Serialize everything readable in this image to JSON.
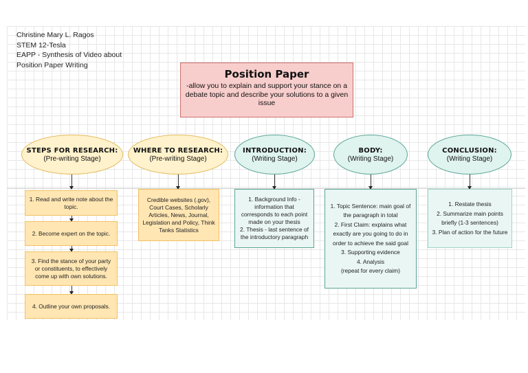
{
  "author": {
    "lines": [
      "Christine Mary L. Ragos",
      "STEM 12-Tesla",
      "EAPP - Synthesis of Video about",
      "Position Paper Writing"
    ]
  },
  "title_box": {
    "title": "Position Paper",
    "description": "-allow you to explain and support your stance on a debate topic and describe your solutions to a given issue"
  },
  "columns": [
    {
      "heading": "STEPS FOR RESEARCH:",
      "stage": "(Pre-writing Stage)",
      "steps": [
        [
          "1. Read and write note about the",
          "topic."
        ],
        [
          "2. Become expert on the topic."
        ],
        [
          "3. Find the stance of your party",
          "or constituents, to effectively",
          "come up with own solutions."
        ],
        [
          "4. Outline your own proposals."
        ]
      ]
    },
    {
      "heading": "WHERE TO RESEARCH:",
      "stage": "(Pre-writing Stage)",
      "content": [
        "Credible websites (.gov),",
        "Court Cases, Scholarly",
        "Articles, News, Journal,",
        "Legislation and Policy, Think",
        "Tanks Statistics"
      ]
    },
    {
      "heading": "INTRODUCTION:",
      "stage": "(Writing Stage)",
      "content": [
        "1. Background Info -",
        "information that",
        "corresponds to each point",
        "made on your thesis",
        "2. Thesis - last sentence of",
        "the introductory paragraph"
      ]
    },
    {
      "heading": "BODY:",
      "stage": "(Writing Stage)",
      "content": [
        "1. Topic Sentence: main goal of",
        "the paragraph in total",
        "2. First Claim: explains what",
        "exactly are you going to do in",
        "order to achieve the said goal",
        "3. Supporting evidence",
        "4. Analysis",
        "(repeat for every claim)"
      ]
    },
    {
      "heading": "CONCLUSION:",
      "stage": "(Writing Stage)",
      "content": [
        "1. Restate thesis",
        "2. Summarize main points",
        "briefly (1-3 sentences)",
        "3. Plan of action for the future"
      ]
    }
  ],
  "colors": {
    "title_fill": "#f8cecc",
    "prewriting_fill": "#fff2cc",
    "writing_fill": "#dff3ef",
    "step_box_fill": "#ffe6b3",
    "connector": "#333333"
  }
}
